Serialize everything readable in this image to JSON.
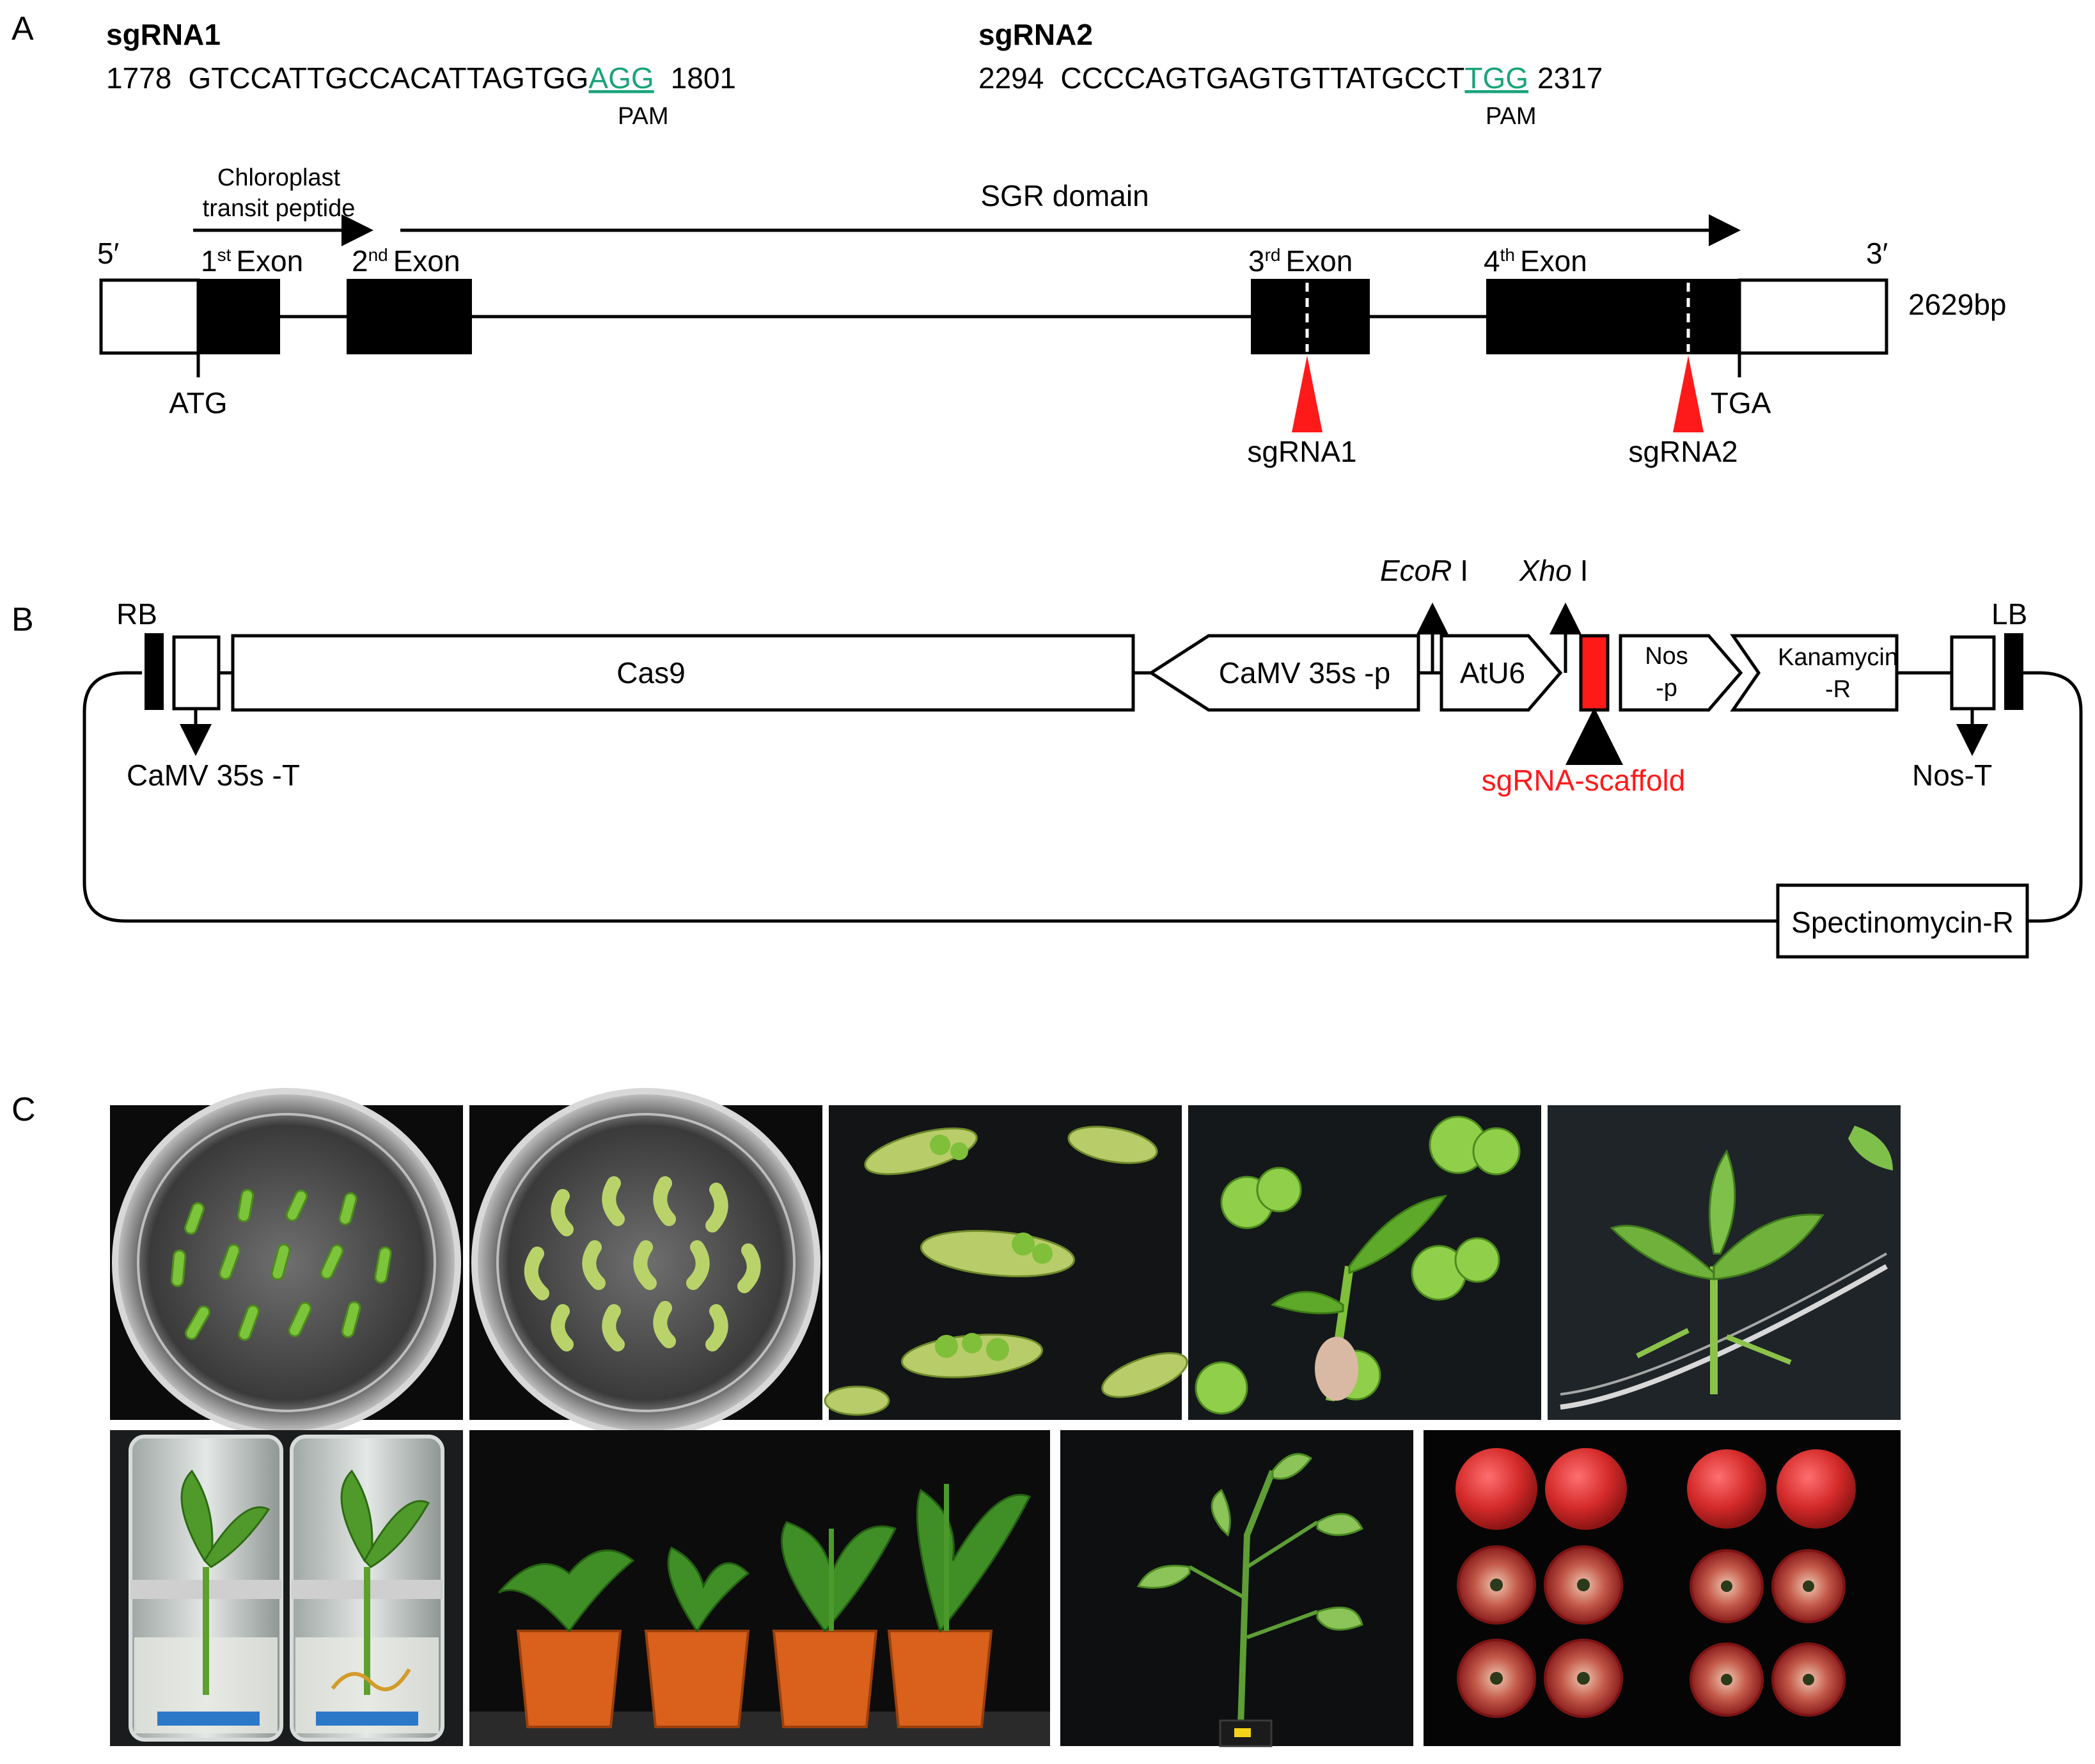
{
  "panel_a": {
    "label": "A",
    "sgrna1": {
      "name": "sgRNA1",
      "start": "1778",
      "sequence": "GTCCATTGCCACATTAGTGG",
      "pam_seq": "AGG",
      "end": "1801",
      "pam_label": "PAM"
    },
    "sgrna2": {
      "name": "sgRNA2",
      "start": "2294",
      "sequence": "CCCCAGTGAGTGTTATGCCT",
      "pam_seq": "TGG",
      "end": "2317",
      "pam_label": "PAM"
    },
    "ctp_line1": "Chloroplast",
    "ctp_line2": "transit peptide",
    "sgr_domain": "SGR domain",
    "five_prime": "5′",
    "three_prime": "3′",
    "exon1_num": "1",
    "exon1_sup": "st",
    "exon2_num": "2",
    "exon2_sup": "nd",
    "exon3_num": "3",
    "exon3_sup": "rd",
    "exon4_num": "4",
    "exon4_sup": "th",
    "exon_word": "Exon",
    "length": "2629bp",
    "atg": "ATG",
    "tga": "TGA",
    "cut1_label": "sgRNA1",
    "cut2_label": "sgRNA2"
  },
  "panel_b": {
    "label": "B",
    "rb": "RB",
    "lb": "LB",
    "cas9": "Cas9",
    "promoter": "CaMV 35s -p",
    "atu6": "AtU6",
    "nos_p_line1": "Nos",
    "nos_p_line2": "-p",
    "kan_line1": "Kanamycin",
    "kan_line2": "-R",
    "ecori_italic": "EcoR",
    "ecori_rest": " I",
    "xhoi_italic": "Xho",
    "xhoi_rest": " I",
    "scaffold": "sgRNA-scaffold",
    "camv_t": "CaMV 35s -T",
    "nos_t": "Nos-T",
    "spec": "Spectinomycin-R"
  },
  "panel_c": {
    "label": "C",
    "photos_row1": [
      {
        "name": "cotyledon-explants-plate-photo"
      },
      {
        "name": "expanded-explants-plate-photo"
      },
      {
        "name": "callus-formation-photo"
      },
      {
        "name": "shoot-regeneration-photo"
      },
      {
        "name": "regenerated-shoot-plate-photo"
      }
    ],
    "photos_row2": [
      {
        "name": "rooting-jars-photo"
      },
      {
        "name": "potted-plants-photo"
      },
      {
        "name": "mature-plant-photo"
      },
      {
        "name": "tomato-fruits-photo"
      }
    ]
  },
  "colors": {
    "pam": "#1aa37a",
    "cut_marker": "#ff1a1a",
    "scaffold": "#ff1a1a",
    "pot": "#d9611c",
    "photo_background": "#0b0b0b"
  }
}
